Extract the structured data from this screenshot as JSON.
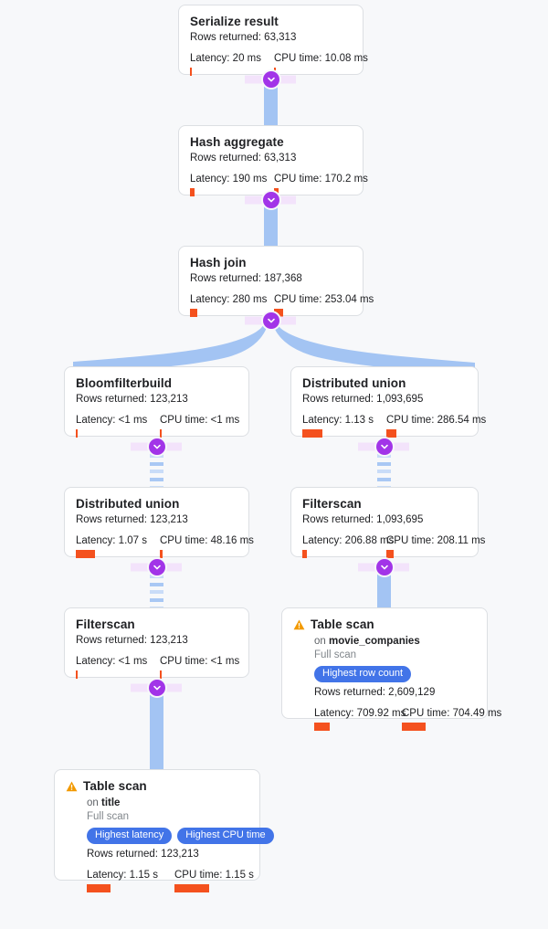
{
  "theme": {
    "background": "#f7f8fa",
    "card_bg": "#ffffff",
    "card_border": "#dcdfe3",
    "edge_color": "#a3c4f3",
    "handle_color": "#a234e8",
    "badge_color": "#4274e8",
    "metric_bar_color": "#f4511e",
    "warning_color": "#f29900"
  },
  "labels": {
    "rows_prefix": "Rows returned:",
    "latency_prefix": "Latency:",
    "cpu_prefix": "CPU time:",
    "on_prefix": "on",
    "collapse_icon": "chevron-down-icon",
    "warning_icon": "warning-triangle-icon"
  },
  "nodes": [
    {
      "id": "serialize-result",
      "title": "Serialize result",
      "rows": "Rows returned: 63,313",
      "latency": "Latency: 20 ms",
      "cpu": "CPU time: 10.08 ms"
    },
    {
      "id": "hash-aggregate",
      "title": "Hash aggregate",
      "rows": "Rows returned: 63,313",
      "latency": "Latency: 190 ms",
      "cpu": "CPU time: 170.2 ms"
    },
    {
      "id": "hash-join",
      "title": "Hash join",
      "rows": "Rows returned: 187,368",
      "latency": "Latency: 280 ms",
      "cpu": "CPU time: 253.04 ms"
    },
    {
      "id": "bloomfilterbuild",
      "title": "Bloomfilterbuild",
      "rows": "Rows returned: 123,213",
      "latency": "Latency: <1 ms",
      "cpu": "CPU time: <1 ms"
    },
    {
      "id": "distributed-union-right",
      "title": "Distributed union",
      "rows": "Rows returned: 1,093,695",
      "latency": "Latency: 1.13 s",
      "cpu": "CPU time: 286.54 ms"
    },
    {
      "id": "distributed-union-left",
      "title": "Distributed union",
      "rows": "Rows returned: 123,213",
      "latency": "Latency: 1.07 s",
      "cpu": "CPU time: 48.16 ms"
    },
    {
      "id": "filterscan-right",
      "title": "Filterscan",
      "rows": "Rows returned: 1,093,695",
      "latency": "Latency: 206.88 ms",
      "cpu": "CPU time: 208.11 ms"
    },
    {
      "id": "filterscan-left",
      "title": "Filterscan",
      "rows": "Rows returned: 123,213",
      "latency": "Latency: <1 ms",
      "cpu": "CPU time: <1 ms"
    },
    {
      "id": "table-scan-movie-companies",
      "title": "Table scan",
      "on_label": "on",
      "table": "movie_companies",
      "scan_type": "Full scan",
      "badges": [
        "Highest row count"
      ],
      "rows": "Rows returned: 2,609,129",
      "latency": "Latency: 709.92 ms",
      "cpu": "CPU time: 704.49 ms",
      "warning": true
    },
    {
      "id": "table-scan-title",
      "title": "Table scan",
      "on_label": "on",
      "table": "title",
      "scan_type": "Full scan",
      "badges": [
        "Highest latency",
        "Highest CPU time"
      ],
      "rows": "Rows returned: 123,213",
      "latency": "Latency: 1.15 s",
      "cpu": "CPU time: 1.15 s",
      "warning": true
    }
  ]
}
